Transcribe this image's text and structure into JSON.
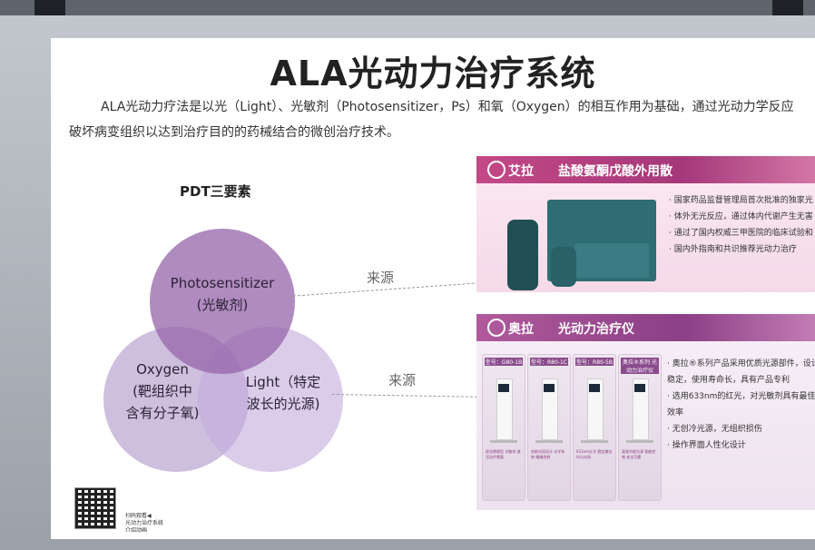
{
  "slide": {
    "title": "ALA光动力治疗系统",
    "intro_line1": "ALA光动力疗法是以光（Light）、光敏剂（Photosensitizer，Ps）和氧（Oxygen）的相互作用为基础，通过光动力学反应",
    "intro_line2": "破坏病变组织以达到治疗目的的药械结合的微创治疗技术。"
  },
  "venn": {
    "title": "PDT三要素",
    "photosensitizer": {
      "line1": "Photosensitizer",
      "line2": "(光敏剂)"
    },
    "oxygen": {
      "line1": "Oxygen",
      "line2": "(靶组织中",
      "line3": "含有分子氧)"
    },
    "light": {
      "line1": "Light（特定",
      "line2": "波长的光源)"
    }
  },
  "source_label": "来源",
  "product1": {
    "brand": "艾拉",
    "title": "盐酸氨酮戊酸外用散",
    "bullets": [
      "国家药品监督管理局首次批准的独家光",
      "体外无光反应，通过体内代谢产生无害",
      "通过了国内权威三甲医院的临床试验和",
      "国内外指南和共识推荐光动力治疗"
    ]
  },
  "product2": {
    "brand": "奥拉",
    "title": "光动力治疗仪",
    "devices": [
      {
        "label": "型号：G80-1B",
        "note": "舒适便捷型 光敏剂 激活治疗需要"
      },
      {
        "label": "型号：R80-1C",
        "note": "创新光斑设计 光学系统 精确控制"
      },
      {
        "label": "型号：R80-5B",
        "note": "633nm红光 稳定输出 均匀光斑"
      },
      {
        "label": "奥拉®系列 光动力治疗仪",
        "note": "高效节能光源 智能控制 安全可靠"
      }
    ],
    "bullets": [
      "奥拉®系列产品采用优质光源部件，设计稳定，使用寿命长，具有产品专利",
      "选用633nm的红光，对光敏剂具有最佳效率",
      "无创冷光源，无组织损伤",
      "操作界面人性化设计"
    ]
  },
  "qr": {
    "line1": "扫码观看◀",
    "line2": "光动力治疗系统",
    "line3": "介绍动画"
  }
}
